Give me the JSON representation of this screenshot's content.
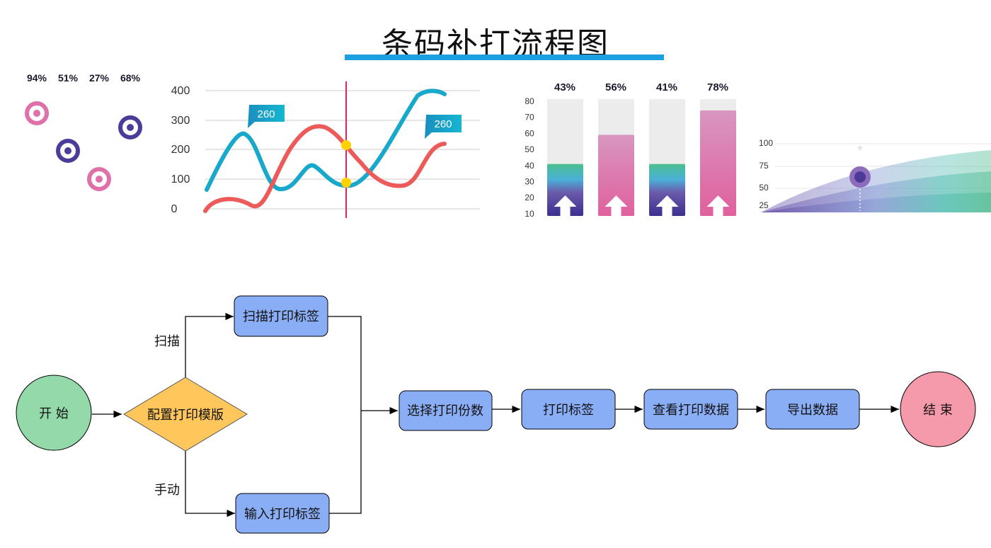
{
  "title": "条码补打流程图",
  "colors": {
    "accent": "#1aa0e0",
    "start": "#93d9a9",
    "decision": "#ffc65c",
    "process": "#8aaef5",
    "end": "#f59aab"
  },
  "sliders": [
    {
      "label": "94%",
      "value": 94
    },
    {
      "label": "51%",
      "value": 51
    },
    {
      "label": "27%",
      "value": 27
    },
    {
      "label": "68%",
      "value": 68
    }
  ],
  "line_chart": {
    "y_ticks": [
      "400",
      "300",
      "200",
      "100",
      "0"
    ],
    "callouts": [
      "260",
      "260"
    ]
  },
  "bar_chart": {
    "y_ticks": [
      "80",
      "70",
      "60",
      "50",
      "40",
      "30",
      "20",
      "10"
    ],
    "bars": [
      {
        "label": "43%",
        "value": 40
      },
      {
        "label": "56%",
        "value": 58
      },
      {
        "label": "41%",
        "value": 40
      },
      {
        "label": "78%",
        "value": 73
      }
    ]
  },
  "area_chart": {
    "y_ticks": [
      "100",
      "75",
      "50",
      "25"
    ]
  },
  "flow": {
    "start": "开 始",
    "decision": "配置打印模版",
    "branch_scan": "扫描",
    "branch_manual": "手动",
    "scan_box": "扫描打印标签",
    "input_box": "输入打印标签",
    "steps": [
      "选择打印份数",
      "打印标签",
      "查看打印数据",
      "导出数据"
    ],
    "end": "结 束"
  }
}
